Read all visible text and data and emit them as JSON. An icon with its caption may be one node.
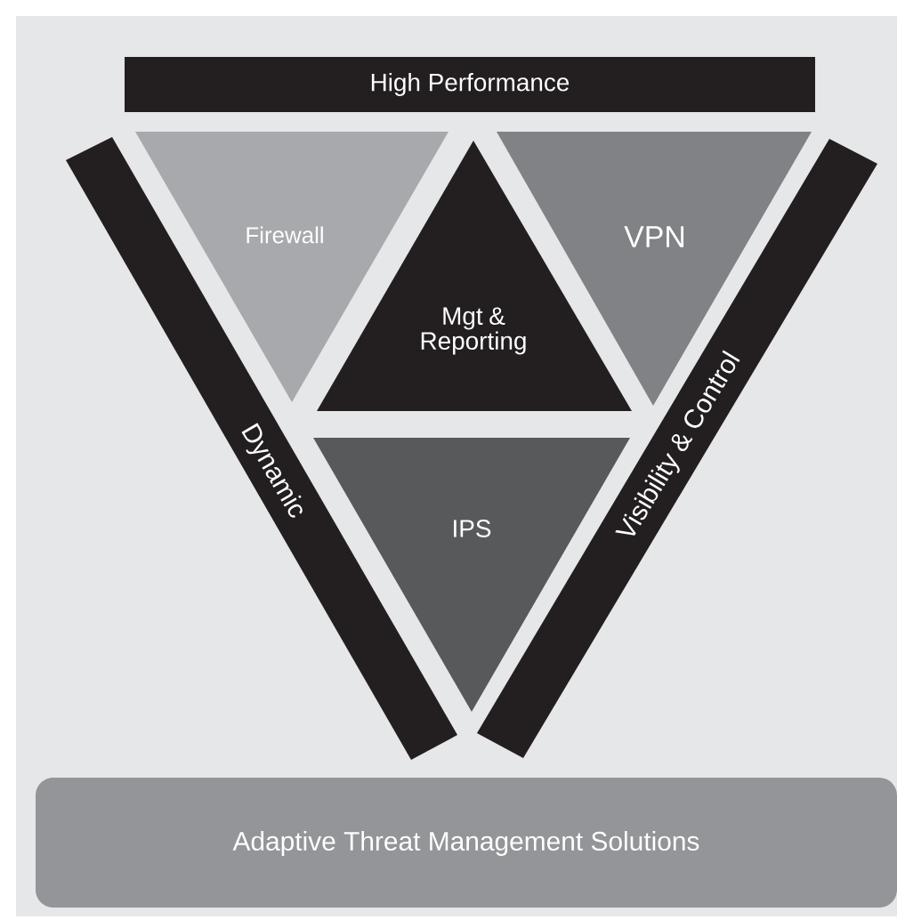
{
  "diagram": {
    "nodes": [
      {
        "text": [
          "High Performance"
        ]
      },
      {
        "text": [
          "Firewall"
        ]
      },
      {
        "text": [
          "Mgt & Reporting"
        ]
      },
      {
        "text": [
          "VPN"
        ]
      },
      {
        "text": [
          "Dynamic"
        ]
      },
      {
        "text": [
          "Visibility & Control"
        ]
      },
      {
        "text": [
          "IPS"
        ]
      },
      {
        "text": [
          "Adaptive Threat Management Solutions"
        ]
      }
    ]
  }
}
